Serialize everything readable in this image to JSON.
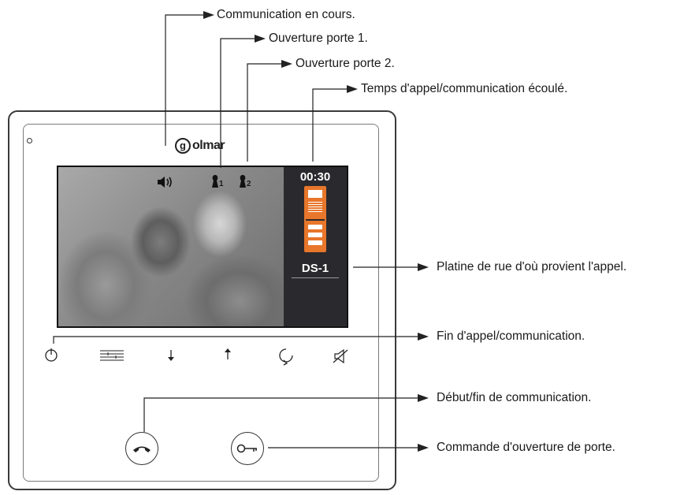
{
  "brand": {
    "name": "olmar",
    "logo_letter": "g"
  },
  "screen": {
    "timer": "00:30",
    "station": "DS-1",
    "overlay_icons": [
      "speaker-icon",
      "door-1-icon",
      "door-2-icon"
    ],
    "door1_sub": "1",
    "door2_sub": "2"
  },
  "touch_buttons": [
    "power-icon",
    "menu-icon",
    "arrow-down-icon",
    "arrow-up-icon",
    "refresh-icon",
    "mute-icon"
  ],
  "round_buttons": [
    "handset-icon",
    "key-icon"
  ],
  "callouts": {
    "communication": "Communication en cours.",
    "door1": "Ouverture porte 1.",
    "door2": "Ouverture porte 2.",
    "elapsed": "Temps d'appel/communication écoulé.",
    "station": "Platine de rue d'où provient l'appel.",
    "end_call": "Fin d'appel/communication.",
    "start_end": "Début/fin de communication.",
    "door_open": "Commande d'ouverture de porte."
  },
  "colors": {
    "panel_icon": "#e8762b",
    "side_panel": "#2a2a2e"
  }
}
